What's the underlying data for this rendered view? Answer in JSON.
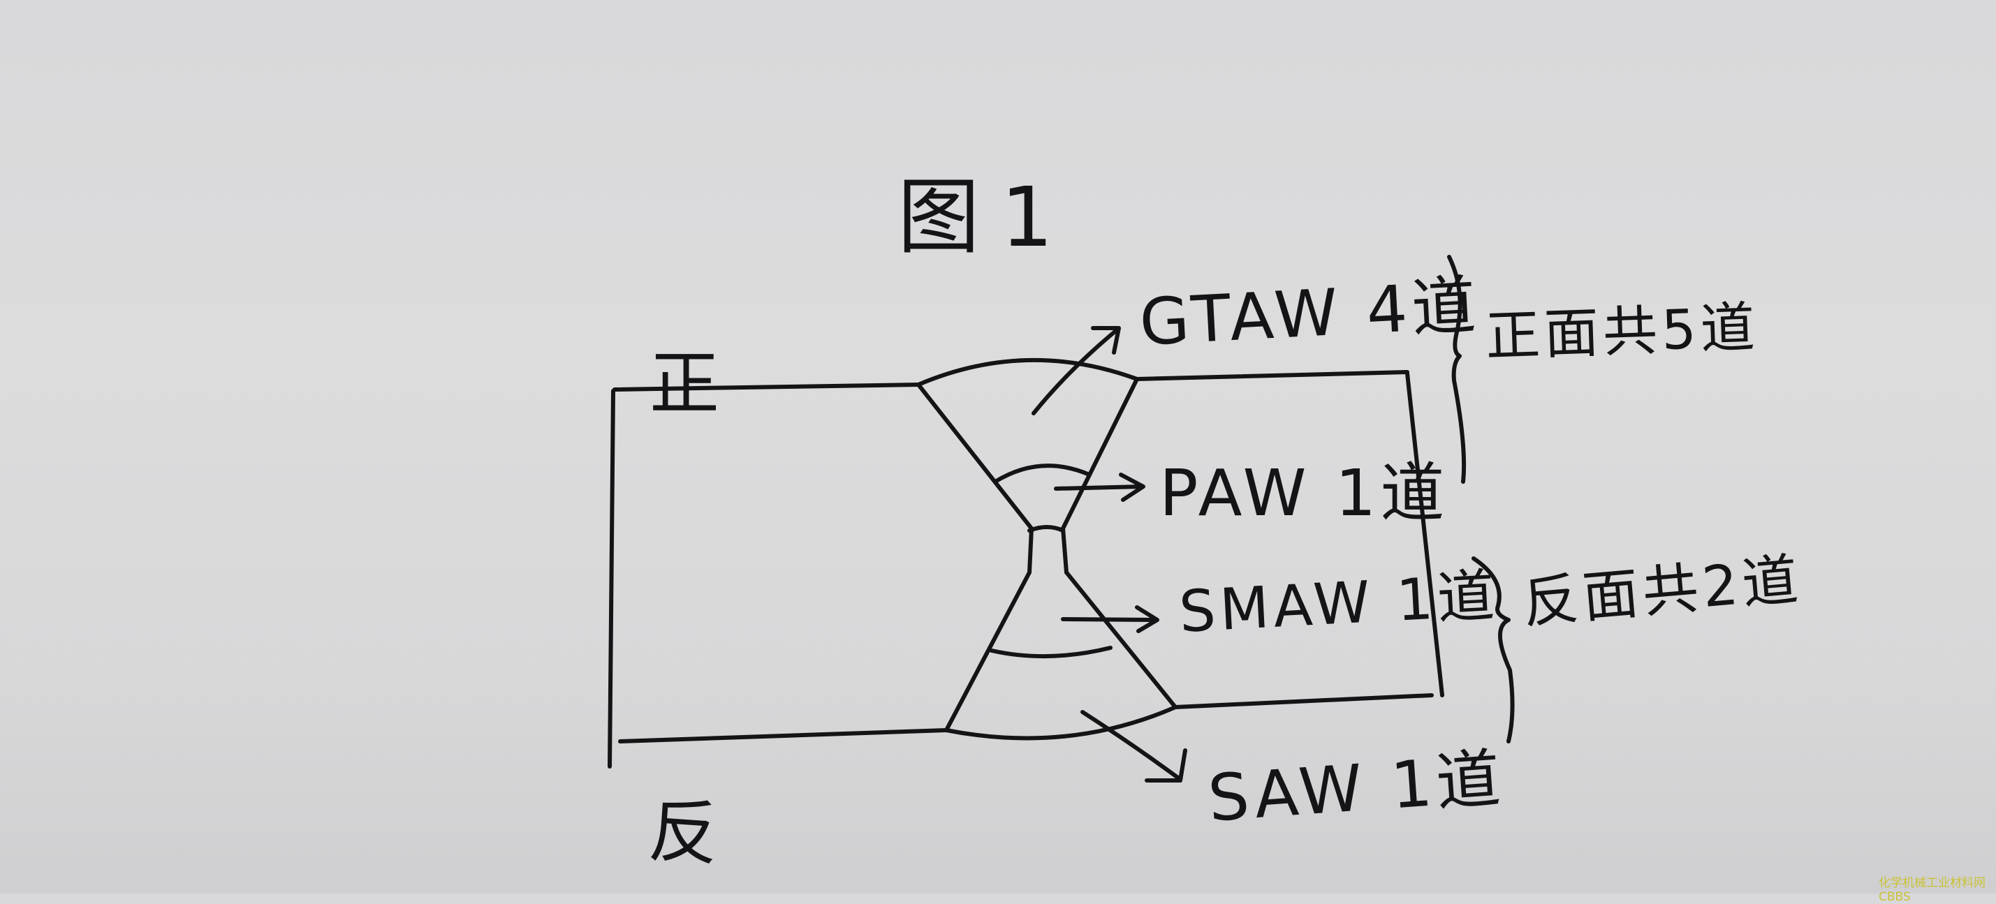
{
  "figure_title": "图1",
  "side_labels": {
    "front": "正",
    "back": "反"
  },
  "weld_passes": [
    {
      "process": "GTAW",
      "passes": "4道"
    },
    {
      "process": "PAW",
      "passes": "1道"
    },
    {
      "process": "SMAW",
      "passes": "1道"
    },
    {
      "process": "SAW",
      "passes": "1道"
    }
  ],
  "totals": {
    "front": "正面共5道",
    "back": "反面共2道"
  },
  "watermark": "化学机械工业材料网CBBS",
  "colors": {
    "ink": "#141416",
    "paper": "#dadadb",
    "watermark": "#c9c236"
  }
}
